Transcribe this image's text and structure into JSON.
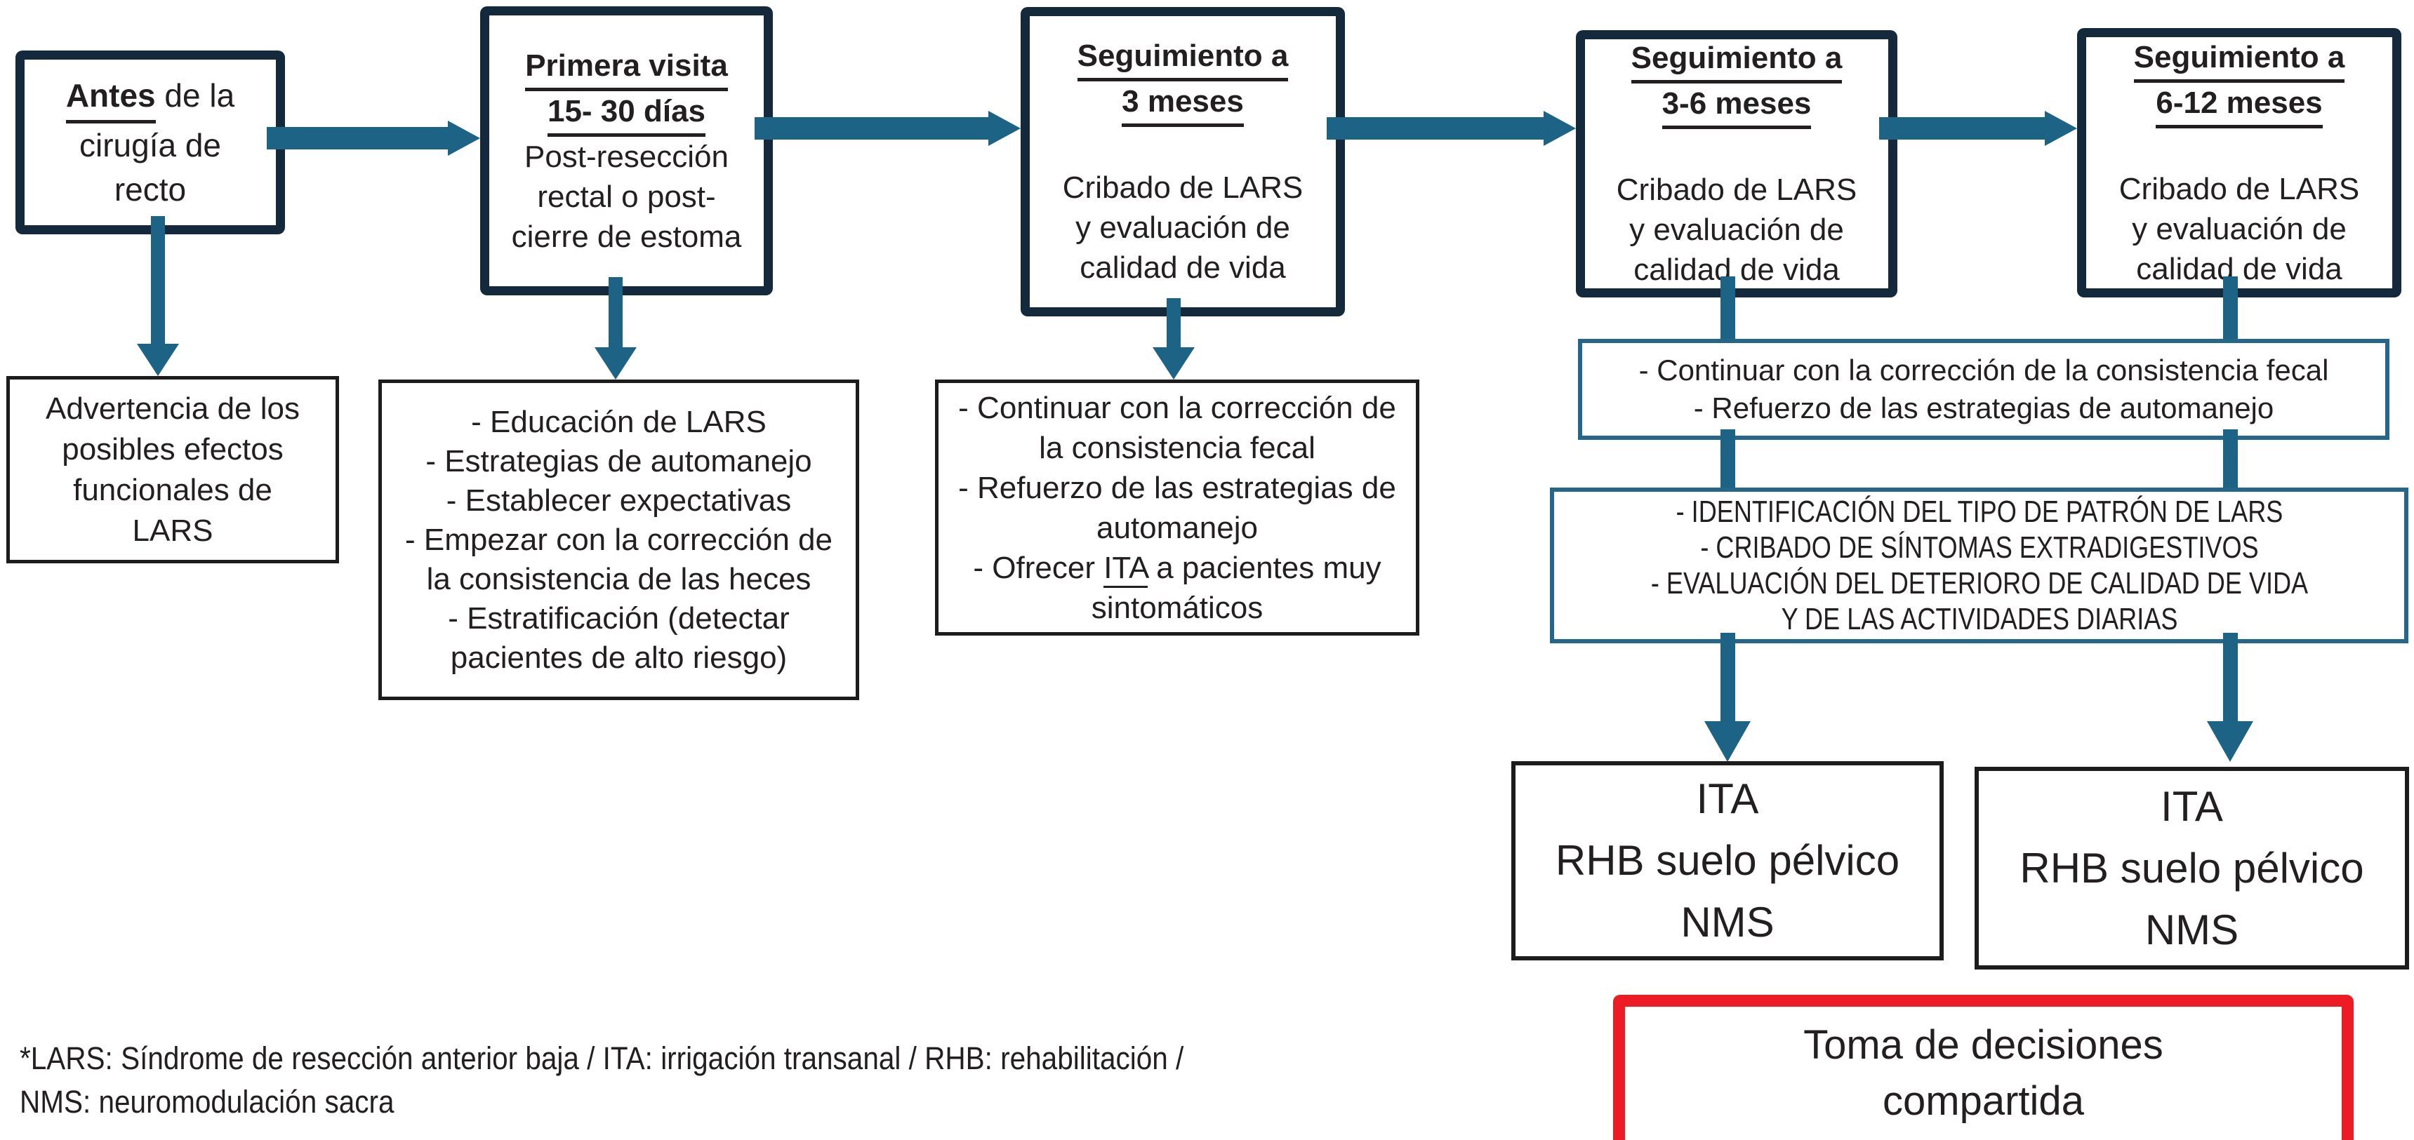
{
  "colors": {
    "navy_border": "#15293c",
    "teal_arrow": "#1d6386",
    "teal_band_border": "#24678a",
    "red_border": "#ed1c24",
    "text": "#231f20",
    "background": "#ffffff"
  },
  "stages": {
    "pre_surgery": {
      "emph": "Antes",
      "rest": " de la cirugía de recto"
    },
    "first_visit": {
      "heading1": "Primera visita",
      "heading2": "15- 30 días",
      "body": "Post-resección rectal o post-cierre de estoma"
    },
    "followup_3m": {
      "heading1": "Seguimiento a",
      "heading2": "3 meses",
      "body": "Cribado de LARS y evaluación de calidad de vida"
    },
    "followup_3_6m": {
      "heading1": "Seguimiento a",
      "heading2": "3-6 meses",
      "body": "Cribado de LARS y evaluación de calidad de vida"
    },
    "followup_6_12m": {
      "heading1": "Seguimiento a",
      "heading2": "6-12 meses",
      "body": "Cribado de LARS y evaluación de calidad de vida"
    }
  },
  "actions": {
    "pre_surgery_warning": "Advertencia de los posibles efectos funcionales de LARS",
    "first_visit_items": [
      "- Educación de LARS",
      "- Estrategias de automanejo",
      "- Establecer expectativas",
      "- Empezar con la corrección de la consistencia de las heces",
      "- Estratificación (detectar pacientes de alto riesgo)"
    ],
    "followup_3m_items": {
      "item1": "- Continuar con la corrección de la consistencia fecal",
      "item2": "-  Refuerzo de las estrategias de automanejo",
      "item3_pre": "-  Ofrecer ",
      "item3_underlined": "ITA",
      "item3_post": " a pacientes muy sintomáticos"
    },
    "continue_band_items": [
      "- Continuar con la corrección de la consistencia fecal",
      "- Refuerzo de las estrategias de automanejo"
    ],
    "assessment_band_items": [
      "- IDENTIFICACIÓN DEL TIPO DE PATRÓN DE LARS",
      "- CRIBADO DE SÍNTOMAS EXTRADIGESTIVOS",
      "- EVALUACIÓN DEL DETERIORO DE CALIDAD DE VIDA Y DE LAS ACTIVIDADES DIARIAS"
    ],
    "treatment": {
      "line1": "ITA",
      "line2": "RHB suelo pélvico",
      "line3": "NMS"
    },
    "shared_decision": "Toma de decisiones compartida"
  },
  "footnote": {
    "line1": "*LARS: Síndrome de resección anterior baja / ITA: irrigación transanal / RHB: rehabilitación /",
    "line2": "NMS: neuromodulación sacra"
  }
}
